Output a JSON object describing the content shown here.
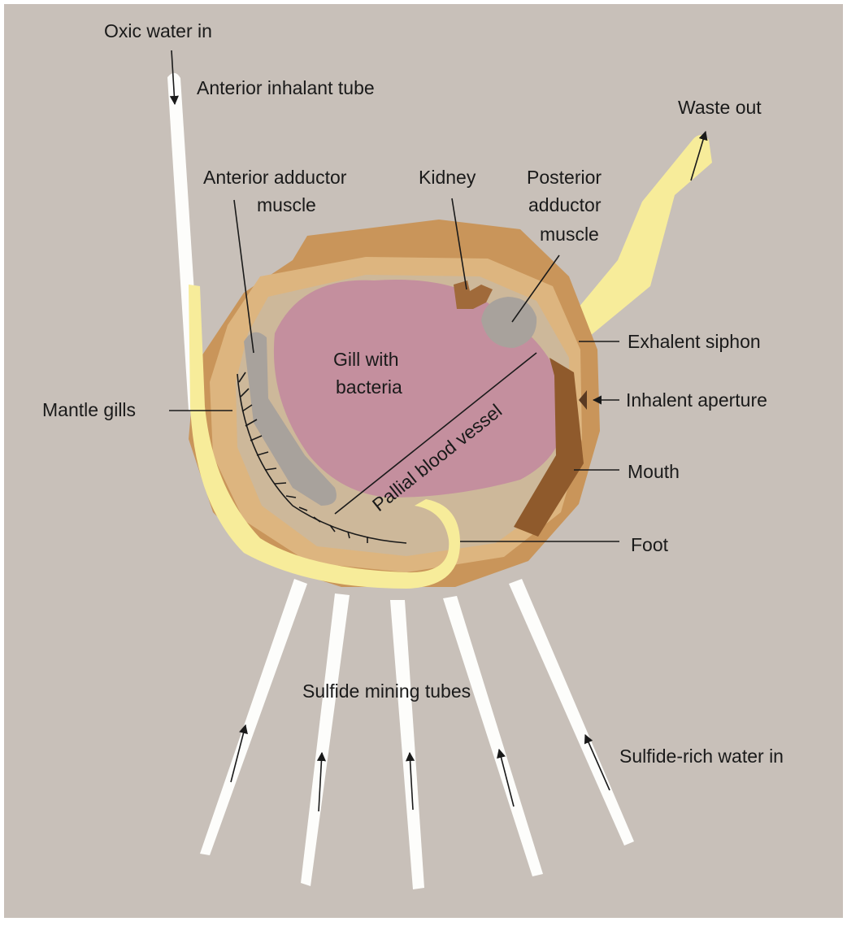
{
  "labels": {
    "oxic_water_in": "Oxic water in",
    "anterior_inhalant_tube": "Anterior inhalant tube",
    "waste_out": "Waste out",
    "anterior_adductor_muscle_line1": "Anterior adductor",
    "anterior_adductor_muscle_line2": "muscle",
    "kidney": "Kidney",
    "posterior_adductor_muscle_line1": "Posterior",
    "posterior_adductor_muscle_line2": "adductor",
    "posterior_adductor_muscle_line3": "muscle",
    "exhalent_siphon": "Exhalent siphon",
    "gill_with_bacteria_line1": "Gill with",
    "gill_with_bacteria_line2": "bacteria",
    "pallial_blood_vessel": "Pallial blood vessel",
    "inhalent_aperture": "Inhalent aperture",
    "mantle_gills": "Mantle gills",
    "mouth": "Mouth",
    "foot": "Foot",
    "sulfide_mining_tubes": "Sulfide mining tubes",
    "sulfide_rich_water_in": "Sulfide-rich water in"
  },
  "colors": {
    "background": "#c8c0b9",
    "shell_outer": "#c9955a",
    "mantle": "#ddb57f",
    "body": "#cdb89a",
    "gill": "#c48f9e",
    "muscle": "#a8a29c",
    "kidney": "#a06a3a",
    "foot_tube": "#f7ec9a",
    "tube_white": "#fdfdfb",
    "mouth": "#8f5a2c"
  }
}
